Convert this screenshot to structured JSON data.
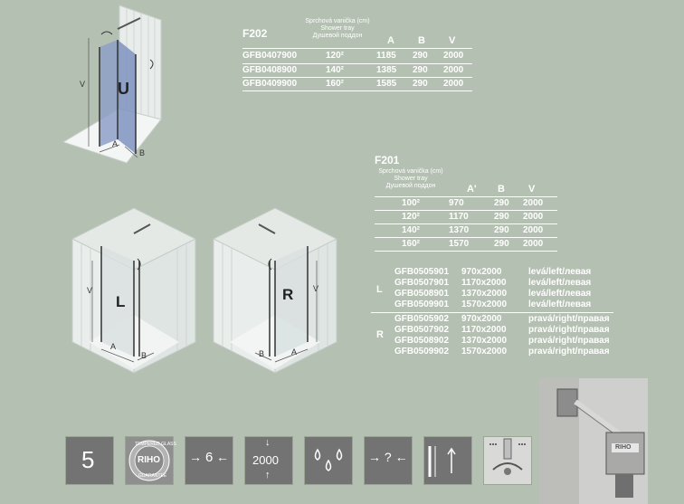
{
  "f202": {
    "title": "F202",
    "tray_label": [
      "Sprchová vanička (cm)",
      "Shower tray",
      "Душевой поддон"
    ],
    "columns": [
      "A",
      "B",
      "V"
    ],
    "rows": [
      {
        "code": "GFB0407900",
        "tray": "120²",
        "a": "1185",
        "b": "290",
        "v": "2000"
      },
      {
        "code": "GFB0408900",
        "tray": "140²",
        "a": "1385",
        "b": "290",
        "v": "2000"
      },
      {
        "code": "GFB0409900",
        "tray": "160²",
        "a": "1585",
        "b": "290",
        "v": "2000"
      }
    ]
  },
  "f201": {
    "title": "F201",
    "tray_label": [
      "Sprchová vanička (cm)",
      "Shower tray",
      "Душевой поддон"
    ],
    "columns": [
      "A'",
      "B",
      "V"
    ],
    "rows": [
      {
        "tray": "100²",
        "a": "970",
        "b": "290",
        "v": "2000"
      },
      {
        "tray": "120²",
        "a": "1170",
        "b": "290",
        "v": "2000"
      },
      {
        "tray": "140²",
        "a": "1370",
        "b": "290",
        "v": "2000"
      },
      {
        "tray": "160²",
        "a": "1570",
        "b": "290",
        "v": "2000"
      }
    ],
    "groups": [
      {
        "side": "L",
        "items": [
          {
            "code": "GFB0505901",
            "size": "970x2000",
            "dir": "levá/left/левая"
          },
          {
            "code": "GFB0507901",
            "size": "1170x2000",
            "dir": "levá/left/левая"
          },
          {
            "code": "GFB0508901",
            "size": "1370x2000",
            "dir": "levá/left/левая"
          },
          {
            "code": "GFB0509901",
            "size": "1570x2000",
            "dir": "levá/left/левая"
          }
        ]
      },
      {
        "side": "R",
        "items": [
          {
            "code": "GFB0505902",
            "size": "970x2000",
            "dir": "pravá/right/правая"
          },
          {
            "code": "GFB0507902",
            "size": "1170x2000",
            "dir": "pravá/right/правая"
          },
          {
            "code": "GFB0508902",
            "size": "1370x2000",
            "dir": "pravá/right/правая"
          },
          {
            "code": "GFB0509902",
            "size": "1570x2000",
            "dir": "pravá/right/правая"
          }
        ]
      }
    ]
  },
  "diagrams": {
    "u": {
      "letter": "U",
      "dim_a": "A",
      "dim_b": "B",
      "dim_v": "V"
    },
    "l": {
      "letter": "L",
      "dim_a": "A",
      "dim_b": "B",
      "dim_v": "V"
    },
    "r": {
      "letter": "R",
      "dim_a": "A",
      "dim_b": "B",
      "dim_v": "V"
    }
  },
  "icons": {
    "warranty": "5",
    "seal_top": "TEMPERED GLASS",
    "seal_brand": "RIHO",
    "seal_bottom": "GUARANTEE",
    "thickness": "6",
    "height": "2000",
    "photo_brand": "RIHO",
    "colors": {
      "bg": "#b4c0b1",
      "icon_bg": "#737373",
      "icon_alt": "#8f8f8f"
    }
  }
}
